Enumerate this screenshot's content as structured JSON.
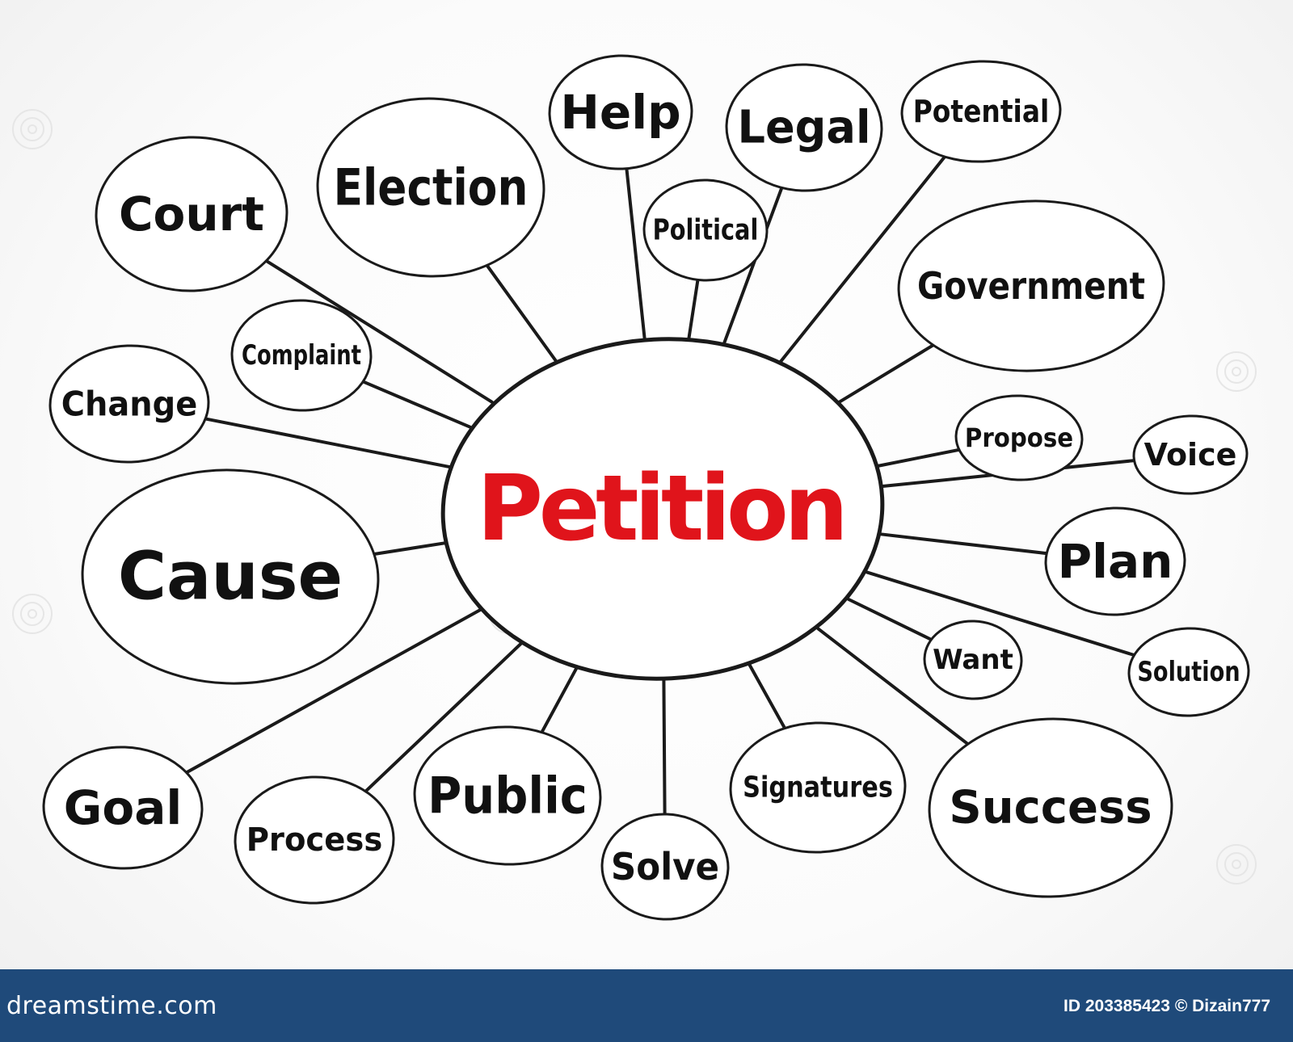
{
  "diagram": {
    "center": "Petition",
    "center_color": "#e0141b",
    "nodes": [
      "Court",
      "Election",
      "Help",
      "Legal",
      "Potential",
      "Political",
      "Government",
      "Complaint",
      "Change",
      "Propose",
      "Voice",
      "Cause",
      "Plan",
      "Want",
      "Solution",
      "Goal",
      "Process",
      "Public",
      "Signatures",
      "Solve",
      "Success"
    ]
  },
  "footer": {
    "site": "dreamstime.com",
    "id_text": "ID 203385423 © Dizain777",
    "background": "#1f4a7a"
  }
}
